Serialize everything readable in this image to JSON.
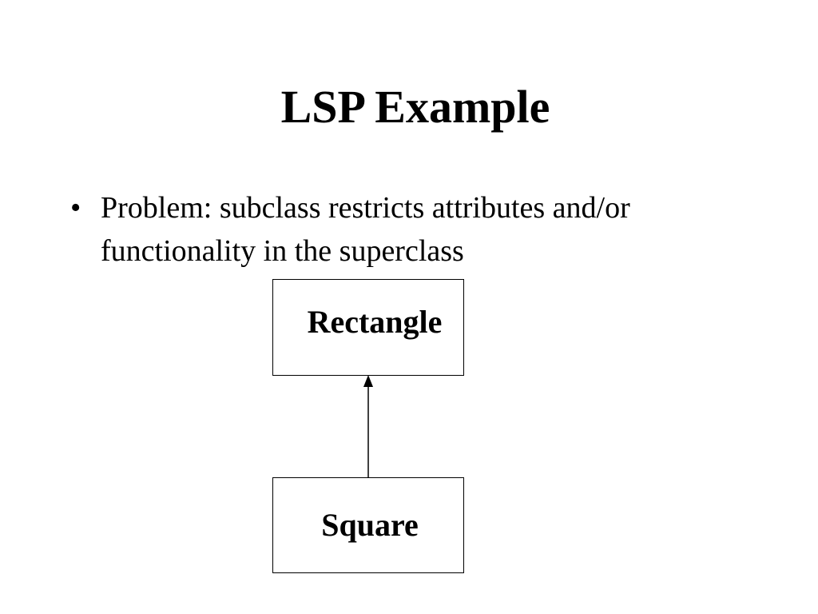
{
  "slide": {
    "title": "LSP Example",
    "bullets": [
      {
        "marker": "•",
        "text": "Problem: subclass restricts attributes and/or functionality in the superclass"
      }
    ]
  },
  "diagram": {
    "superclass": "Rectangle",
    "subclass": "Square",
    "relationship": "inheritance-arrow"
  },
  "colors": {
    "background": "#ffffff",
    "foreground": "#000000"
  }
}
